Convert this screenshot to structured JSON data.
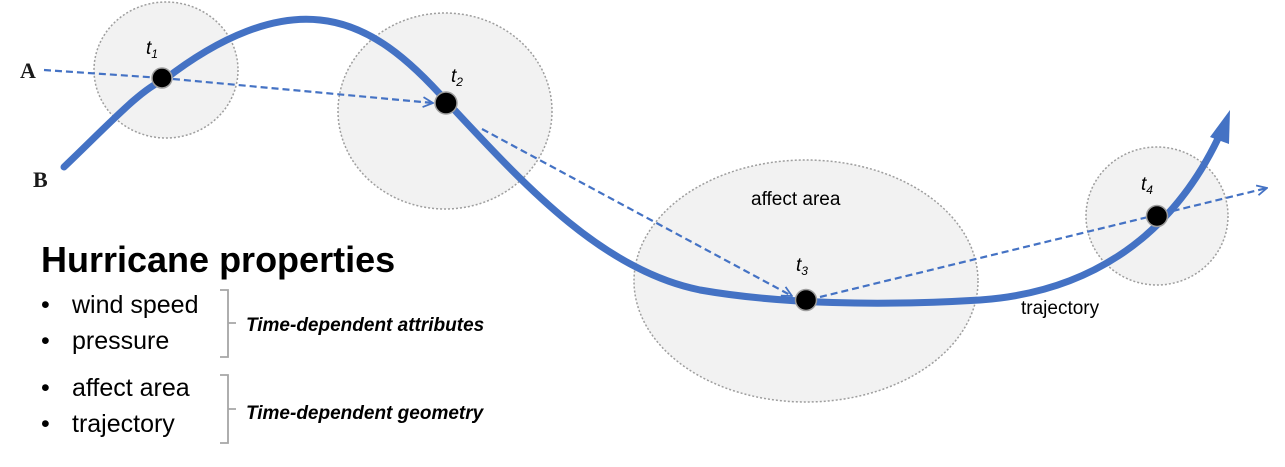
{
  "endpoints": {
    "a": "A",
    "b": "B"
  },
  "time_points": [
    {
      "main": "t",
      "sub": "1"
    },
    {
      "main": "t",
      "sub": "2"
    },
    {
      "main": "t",
      "sub": "3"
    },
    {
      "main": "t",
      "sub": "4"
    }
  ],
  "labels": {
    "affect_area": "affect area",
    "trajectory": "trajectory"
  },
  "properties": {
    "heading": "Hurricane properties",
    "bullet": "•",
    "items": [
      "wind speed",
      "pressure",
      "affect area",
      "trajectory"
    ],
    "groups": [
      "Time-dependent attributes",
      "Time-dependent geometry"
    ]
  },
  "colors": {
    "trajectory_line": "#4472C4",
    "area_fill": "#F2F2F2",
    "area_stroke": "#9E9E9E",
    "node_fill": "#000000"
  }
}
